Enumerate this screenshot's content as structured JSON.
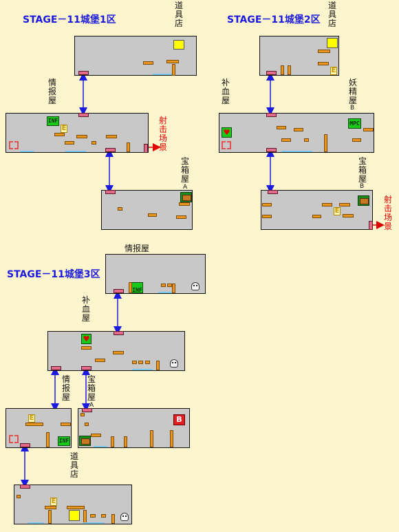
{
  "titles": {
    "area1": "STAGE－11城堡1区",
    "area2": "STAGE－11城堡2区",
    "area3": "STAGE－11城堡3区"
  },
  "labels": {
    "shop": "道具店",
    "info": "情报屋",
    "info_h": "情报屋",
    "heal": "补血屋",
    "fairy": "妖精屋",
    "fairy_sub": "B",
    "chest": "宝箱屋",
    "chest_a": "A",
    "chest_b": "B",
    "shooting": "射击场景"
  },
  "icons": {
    "info_text": "INF",
    "fairy_text": "MPC",
    "energy_text": "E",
    "boss_text": "B",
    "heart_glyph": "♥"
  },
  "colors": {
    "background": "#fdf5cd",
    "room": "#c8c8c8",
    "platform": "#e8961e",
    "door": "#e46a8a",
    "link": "#1a1ae0",
    "exit": "#e00000"
  }
}
